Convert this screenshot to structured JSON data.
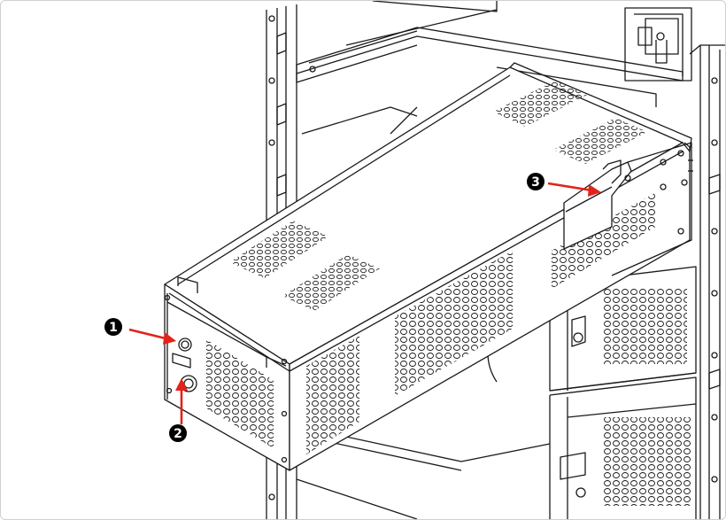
{
  "callouts": [
    {
      "id": "1",
      "label": "❶"
    },
    {
      "id": "2",
      "label": "❷"
    },
    {
      "id": "3",
      "label": "❸"
    }
  ],
  "colors": {
    "stroke": "#1a1a1a",
    "arrow": "#e2231a",
    "callout_fill": "#000000",
    "background": "#ffffff"
  }
}
